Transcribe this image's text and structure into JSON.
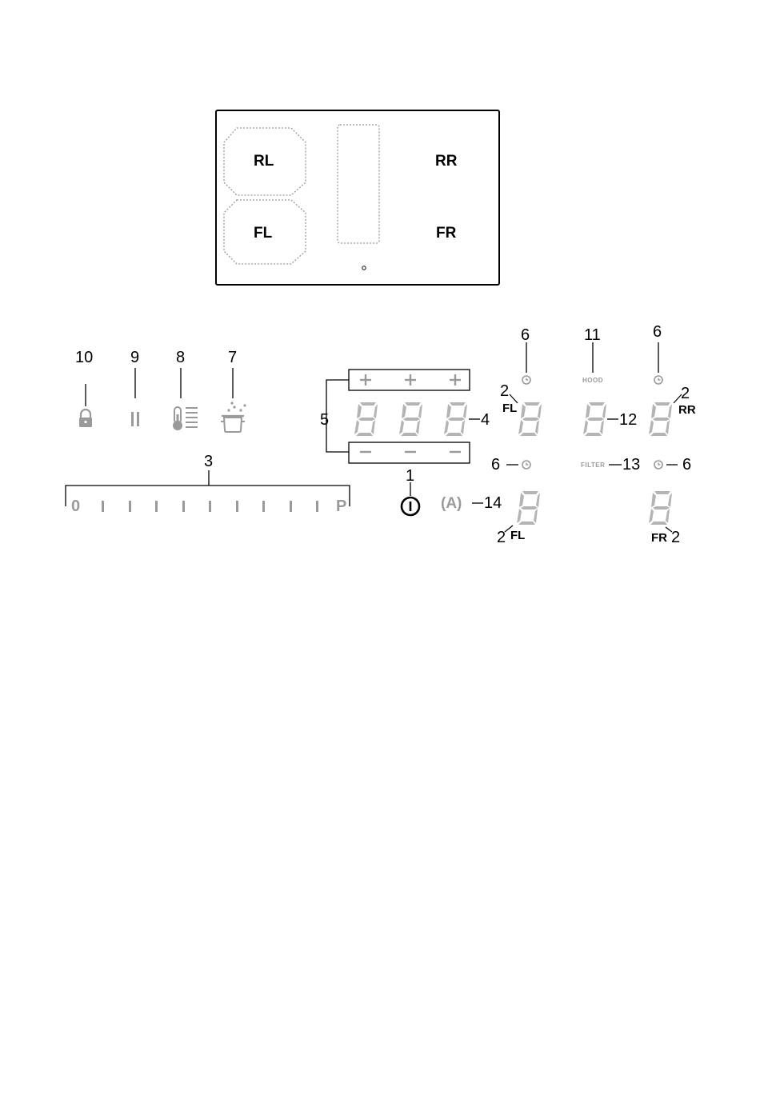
{
  "hob": {
    "zones": {
      "rl": "RL",
      "rr": "RR",
      "fl": "FL",
      "fr": "FR"
    }
  },
  "callouts": {
    "c1": "1",
    "c2_fl_top": "2",
    "c2_rr": "2",
    "c2_fl_bottom": "2",
    "c2_fr": "2",
    "c3": "3",
    "c4": "4",
    "c5": "5",
    "c6_a": "6",
    "c6_b": "6",
    "c6_c": "6",
    "c6_d": "6",
    "c7": "7",
    "c8": "8",
    "c9": "9",
    "c10": "10",
    "c11": "11",
    "c12": "12",
    "c13": "13",
    "c14": "14"
  },
  "panel": {
    "slider_start": "0",
    "slider_end": "P",
    "hood_label": "HOOD",
    "filter_label": "FILTER",
    "auto_label": "(A)",
    "zone_fl_top": "FL",
    "zone_rr": "RR",
    "zone_fl_bottom": "FL",
    "zone_fr": "FR"
  },
  "colors": {
    "segment_gray": "#b4b4b4",
    "icon_gray": "#9a9a9a",
    "line": "#000000"
  },
  "icons": [
    "lock-icon",
    "pause-icon",
    "thermometer-icon",
    "pot-icon",
    "timer-icon",
    "power-icon",
    "plus-icon",
    "minus-icon"
  ]
}
